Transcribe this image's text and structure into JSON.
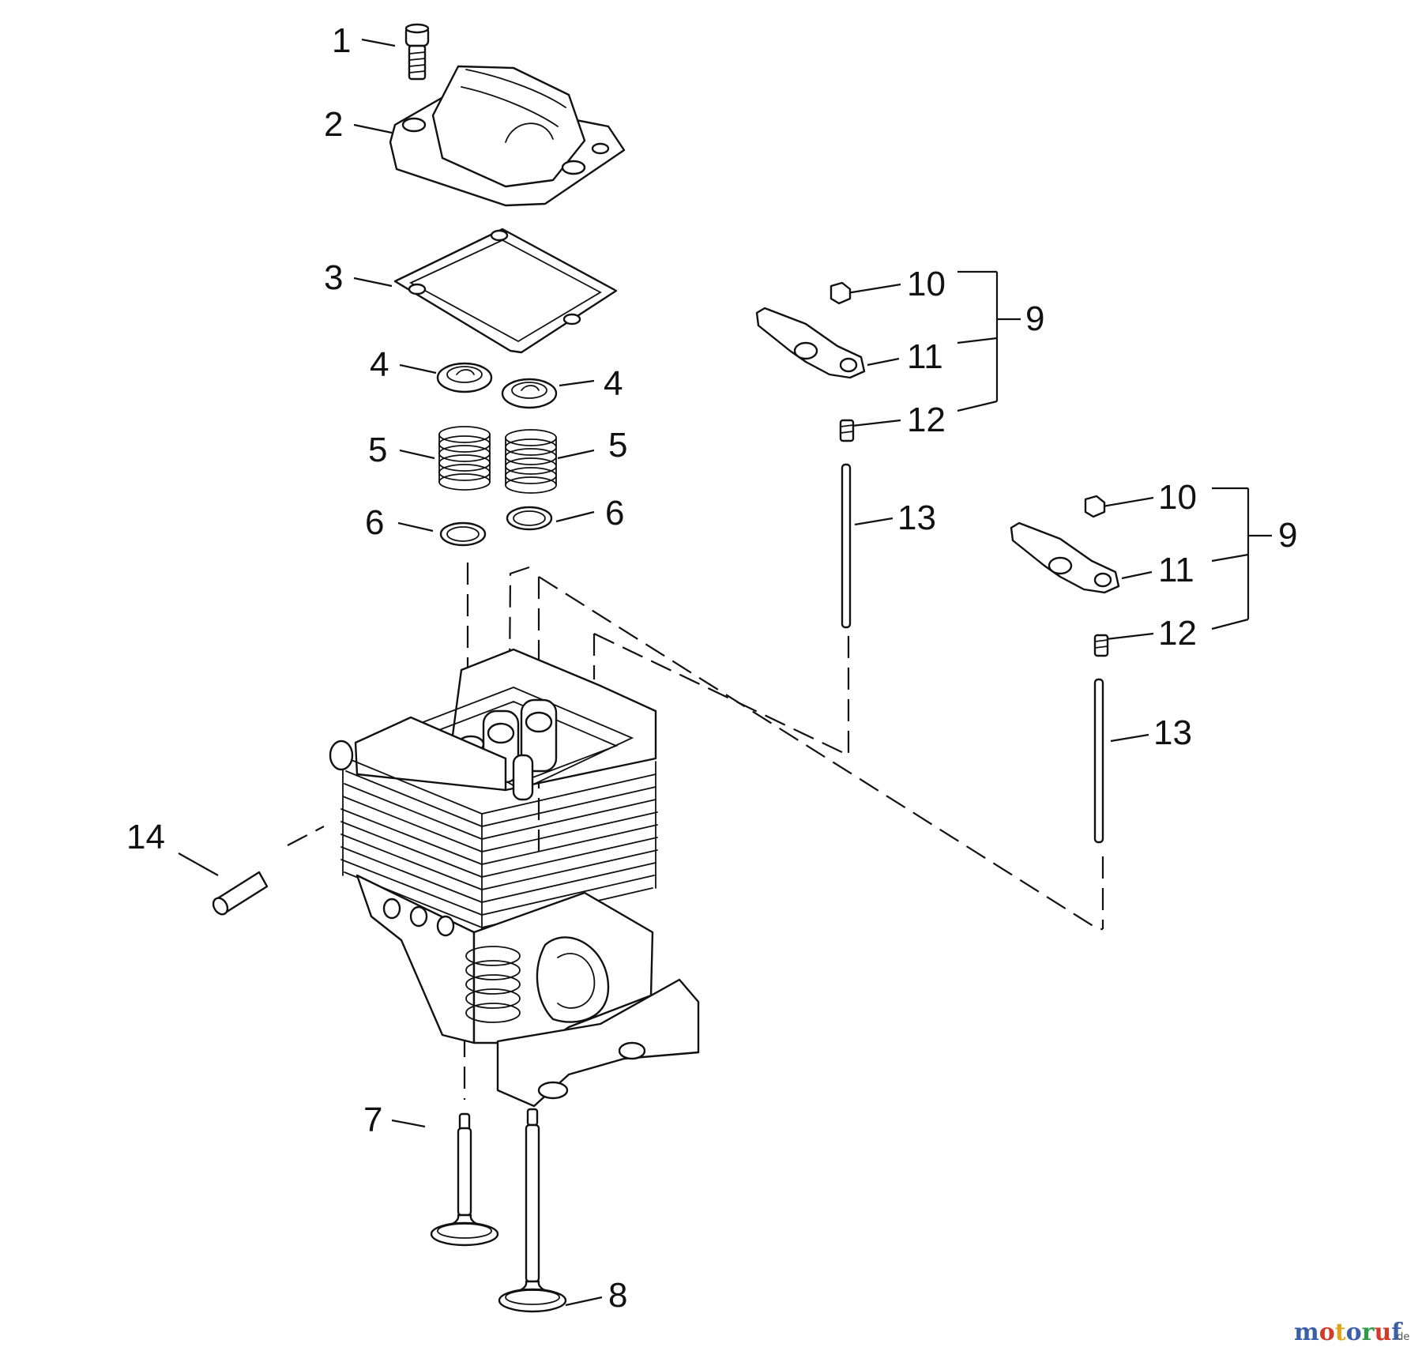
{
  "labels": {
    "p1": "1",
    "p2": "2",
    "p3": "3",
    "p4a": "4",
    "p4b": "4",
    "p5a": "5",
    "p5b": "5",
    "p6a": "6",
    "p6b": "6",
    "p7": "7",
    "p8": "8",
    "p9a": "9",
    "p10a": "10",
    "p11a": "11",
    "p12a": "12",
    "p13a": "13",
    "p9b": "9",
    "p10b": "10",
    "p11b": "11",
    "p12b": "12",
    "p13b": "13",
    "p14": "14"
  },
  "watermark": {
    "part1": "motoruf",
    "part2": ".de",
    "colors": [
      "#3a5ea8",
      "#d23a2a",
      "#e2a21a",
      "#3a5ea8",
      "#2e9a48",
      "#d23a2a",
      "#3a5ea8"
    ]
  }
}
